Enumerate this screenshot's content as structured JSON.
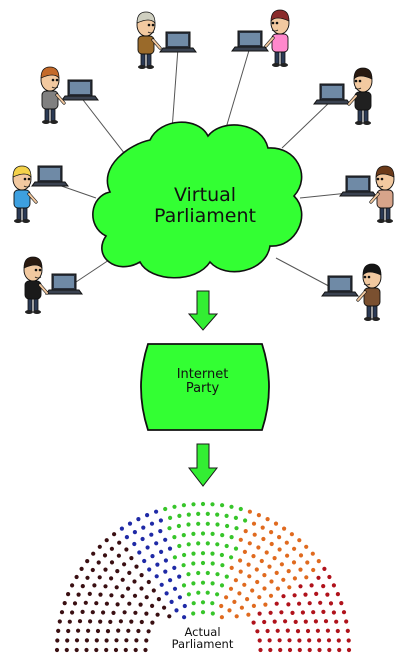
{
  "cloud": {
    "line1": "Virtual",
    "line2": "Parliament",
    "color": "#33ff33"
  },
  "party_box": {
    "line1": "Internet",
    "line2": "Party",
    "color": "#33ff33"
  },
  "parliament": {
    "line1": "Actual",
    "line2": "Parliament",
    "seat_colors": [
      "#3a0f12",
      "#1f2aa6",
      "#37c52a",
      "#e06a1f",
      "#b0121b"
    ],
    "seat_share": [
      0.31,
      0.09,
      0.2,
      0.21,
      0.19
    ]
  },
  "arrow_color": "#33ee33",
  "participants": [
    {
      "icon": "bald-man-icon",
      "shirt": "#9a6a2a",
      "hair": "#cfcfc0"
    },
    {
      "icon": "red-hair-woman-icon",
      "shirt": "#ff88cc",
      "hair": "#8a2b2b"
    },
    {
      "icon": "smiley-shirt-man-icon",
      "shirt": "#808080",
      "hair": "#c46a2a"
    },
    {
      "icon": "biker-man-icon",
      "shirt": "#202020",
      "hair": "#2a1a10"
    },
    {
      "icon": "blonde-woman-icon",
      "shirt": "#3da0e0",
      "hair": "#f4d24a"
    },
    {
      "icon": "victorian-lady-icon",
      "shirt": "#d7a48a",
      "hair": "#6b3a1a"
    },
    {
      "icon": "bearded-man-icon",
      "shirt": "#1a1a1a",
      "hair": "#2a1a10"
    },
    {
      "icon": "goth-teen-icon",
      "shirt": "#7a5030",
      "hair": "#151515"
    }
  ]
}
